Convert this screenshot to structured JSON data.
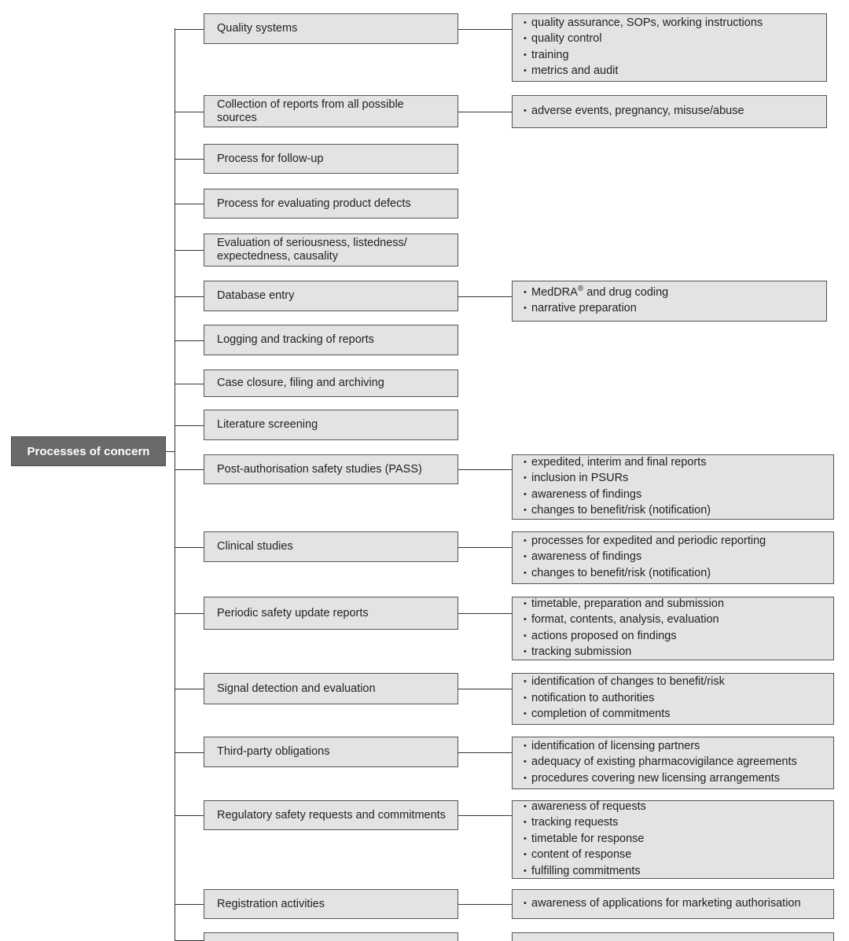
{
  "root": {
    "label": "Processes of concern"
  },
  "processes": [
    {
      "label": "Quality systems",
      "details": [
        "quality assurance, SOPs, working instructions",
        "quality control",
        "training",
        "metrics and audit"
      ]
    },
    {
      "label": "Collection of reports from all possible sources",
      "details": [
        "adverse events, pregnancy, misuse/abuse"
      ]
    },
    {
      "label": "Process for follow-up",
      "details": []
    },
    {
      "label": "Process for evaluating product defects",
      "details": []
    },
    {
      "label": "Evaluation of seriousness, listedness/ expectedness, causality",
      "details": []
    },
    {
      "label": "Database entry",
      "details": [
        "MedDRA® and drug coding",
        "narrative preparation"
      ]
    },
    {
      "label": "Logging and tracking of reports",
      "details": []
    },
    {
      "label": "Case closure, filing and archiving",
      "details": []
    },
    {
      "label": "Literature screening",
      "details": []
    },
    {
      "label": "Post-authorisation safety studies (PASS)",
      "details": [
        "expedited, interim and final reports",
        "inclusion in PSURs",
        "awareness of findings",
        "changes to benefit/risk (notification)"
      ]
    },
    {
      "label": "Clinical studies",
      "details": [
        "processes for expedited and periodic reporting",
        "awareness of findings",
        "changes to benefit/risk (notification)"
      ]
    },
    {
      "label": "Periodic safety update reports",
      "details": [
        "timetable, preparation and submission",
        "format, contents, analysis, evaluation",
        "actions proposed on findings",
        "tracking submission"
      ]
    },
    {
      "label": "Signal detection and evaluation",
      "details": [
        "identification of changes to benefit/risk",
        "notification to authorities",
        "completion of commitments"
      ]
    },
    {
      "label": "Third-party obligations",
      "details": [
        "identification of licensing partners",
        "adequacy of existing pharmacovigilance agreements",
        "procedures covering new licensing arrangements"
      ]
    },
    {
      "label": "Regulatory safety requests and commitments",
      "details": [
        "awareness of requests",
        "tracking requests",
        "timetable for response",
        "content of response",
        "fulfilling commitments"
      ]
    },
    {
      "label": "Registration activities",
      "details": [
        "awareness of applications for marketing authorisation"
      ]
    }
  ]
}
